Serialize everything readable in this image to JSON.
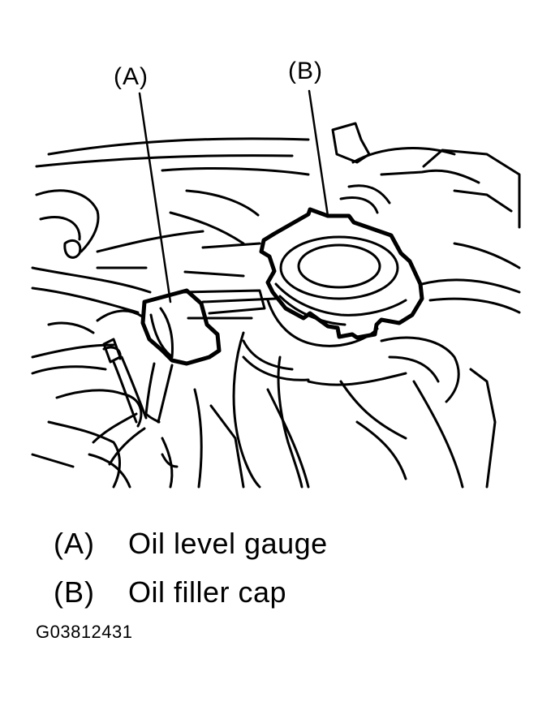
{
  "callouts": {
    "a": "(A)",
    "b": "(B)"
  },
  "legend": [
    {
      "key": "(A)",
      "text": "Oil level gauge"
    },
    {
      "key": "(B)",
      "text": "Oil filler cap"
    }
  ],
  "figure_id": "G03812431"
}
